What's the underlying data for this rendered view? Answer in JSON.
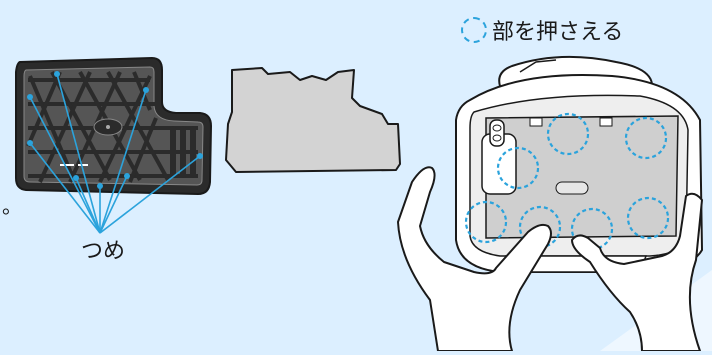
{
  "legend": {
    "text": "部を押さえる"
  },
  "callout": {
    "text": "つめ"
  },
  "stray_mark": "。",
  "colors": {
    "background": "#dcefff",
    "accent": "#2ba3dc",
    "outline": "#1a1a1a",
    "filter_frame": "#2b2b2b",
    "paper": "#d3d3d3",
    "device": "#ffffff",
    "skin": "#ffffff"
  },
  "icons": [
    "dashed-circle-icon",
    "grille-filter",
    "paper-filter",
    "device-body",
    "left-hand",
    "right-hand"
  ]
}
